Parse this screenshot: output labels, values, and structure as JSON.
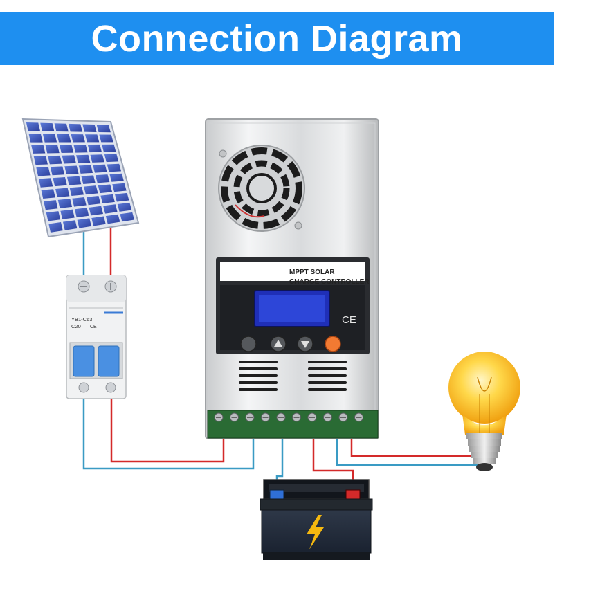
{
  "title": "Connection Diagram",
  "controller": {
    "label_line1": "MPPT SOLAR",
    "label_line2": "CHARGE CONTROLLER",
    "ce_mark": "CE",
    "buttons": [
      "esc-button",
      "up-button",
      "down-button",
      "enter-button"
    ]
  },
  "breaker": {
    "model": "YB1-C63",
    "rating": "C20",
    "ce_mark": "CE"
  },
  "colors": {
    "title_bar": "#1e8ff0",
    "positive_wire": "#d42a2a",
    "negative_wire": "#3a9bc4",
    "battery_bolt": "#f5b80f"
  },
  "icons": [
    "solar-panel-icon",
    "circuit-breaker-icon",
    "charge-controller-icon",
    "battery-icon",
    "light-bulb-icon"
  ]
}
